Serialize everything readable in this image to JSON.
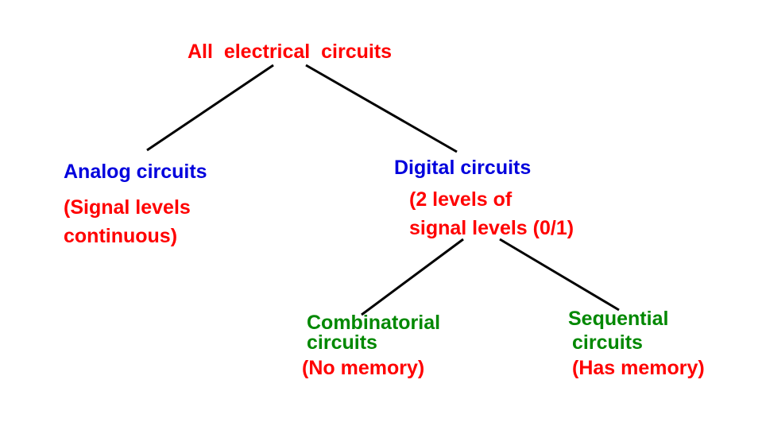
{
  "colors": {
    "root": "#ff0000",
    "analog_title": "#0000dd",
    "analog_desc": "#ff0000",
    "digital_title": "#0000dd",
    "digital_desc": "#ff0000",
    "leaf_title": "#008800",
    "leaf_desc": "#ff0000",
    "edge": "#000000",
    "background": "#ffffff"
  },
  "tree": {
    "root": {
      "label": "All  electrical  circuits"
    },
    "analog": {
      "title": "Analog circuits",
      "desc_line1": "(Signal levels",
      "desc_line2": "continuous)"
    },
    "digital": {
      "title": "Digital circuits",
      "desc_line1": "(2 levels of",
      "desc_line2": "signal levels (0/1)"
    },
    "combinatorial": {
      "title_line1": "Combinatorial",
      "title_line2": "circuits",
      "desc": "(No memory)"
    },
    "sequential": {
      "title_line1": "Sequential",
      "title_line2": "circuits",
      "desc": "(Has memory)"
    }
  }
}
